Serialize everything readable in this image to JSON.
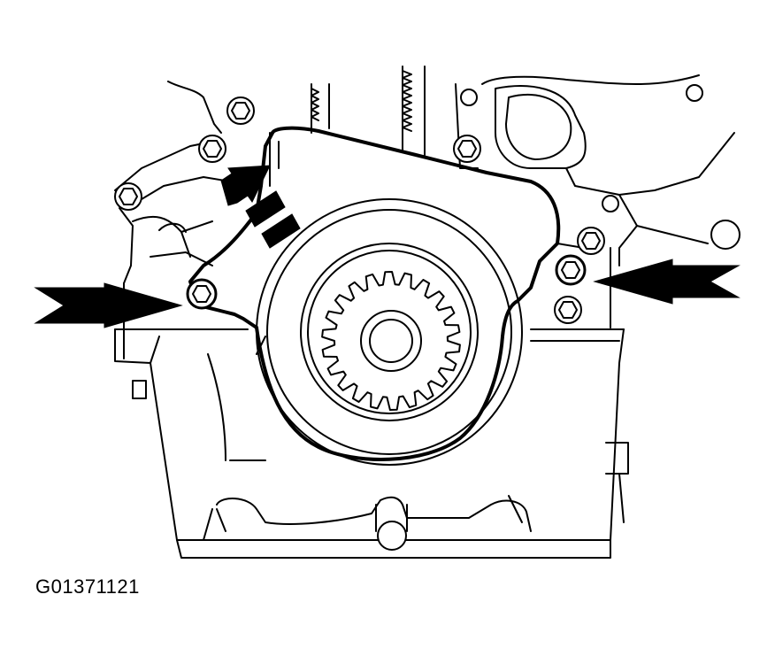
{
  "figure": {
    "id_label": "G01371121"
  },
  "callouts": [
    {
      "name": "left-bolt-arrow",
      "icon": "arrow-right-icon"
    },
    {
      "name": "right-bolt-arrow",
      "icon": "arrow-left-icon"
    },
    {
      "name": "removal-direction-arrow",
      "icon": "dashed-arrow-up-icon"
    }
  ]
}
